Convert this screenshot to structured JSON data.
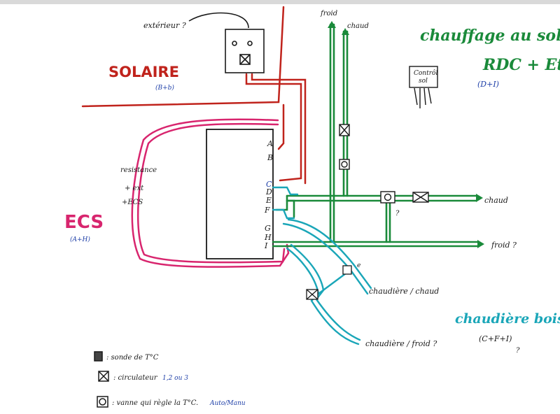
{
  "diagram": {
    "title": "chauffage au sol",
    "title_line2": "RDC + Et.",
    "title_ref": "(D+I)",
    "solaire_label": "SOLAIRE",
    "solaire_ref": "(B+b)",
    "ecs_label": "ECS",
    "ecs_ref": "(A+H)",
    "resistance_label_1": "resistance",
    "resistance_label_2": "+ ext",
    "resistance_label_3": "+ECS",
    "exterieur_label": "extérieur ?",
    "control_label_1": "Contrôl",
    "control_label_2": "sol",
    "froid_top": "froid",
    "chaud_top": "chaud",
    "chaud_right": "chaud",
    "froid_right": "froid ?",
    "chaudiere_chaud": "chaudière / chaud",
    "chaudiere_froid": "chaudière / froid ?",
    "chaudiere_bois_1": "chaudière bois",
    "chaudiere_bois_2": "(C+F+I)",
    "chaudiere_bois_3": "?",
    "question_mark": "?",
    "small_e": "e",
    "port_labels": [
      "A",
      "B",
      "C",
      "D",
      "E",
      "F",
      "G",
      "H",
      "I"
    ],
    "legend": [
      {
        "symbol": "sensor",
        "text": ": sonde de T°C",
        "extra": ""
      },
      {
        "symbol": "pump",
        "text": ": circulateur",
        "extra": "1,2 ou 3"
      },
      {
        "symbol": "valve",
        "text": ": vanne qui règle la T°C.",
        "extra": "Auto/Manu"
      }
    ],
    "colors": {
      "solaire": "#c0231c",
      "ecs": "#d8256e",
      "sol": "#1a8a3a",
      "bois": "#1aa6b8",
      "ink": "#1a1a1a",
      "note": "#1e3fa8"
    }
  }
}
